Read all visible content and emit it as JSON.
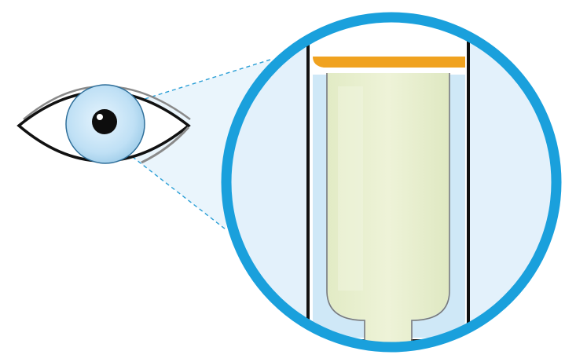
{
  "diagram": {
    "colors": {
      "background": "#ffffff",
      "magnifier_ring": "#1aa0dc",
      "magnifier_fill": "#e3f1fb",
      "cone_fill": "#eaf5fc",
      "dash_line": "#2b9fd6",
      "eye_outline": "#111111",
      "eye_lid": "#8a8a8a",
      "iris": "#bfe0f5",
      "iris_edge": "#2f6f9a",
      "pupil": "#0d0d0d",
      "tube_wall": "#111111",
      "tube_inner": "#cfe8f7",
      "tube_inner_edge": "#7a7a7a",
      "liquid": "#e4ecc8",
      "liquid_highlight": "#eef3d8",
      "meniscus_band": "#f0a21f"
    },
    "elements": [
      "eye-icon",
      "magnifier-circle",
      "dashed-sight-lines",
      "container-tube",
      "liquid-contents",
      "meniscus-band"
    ]
  }
}
